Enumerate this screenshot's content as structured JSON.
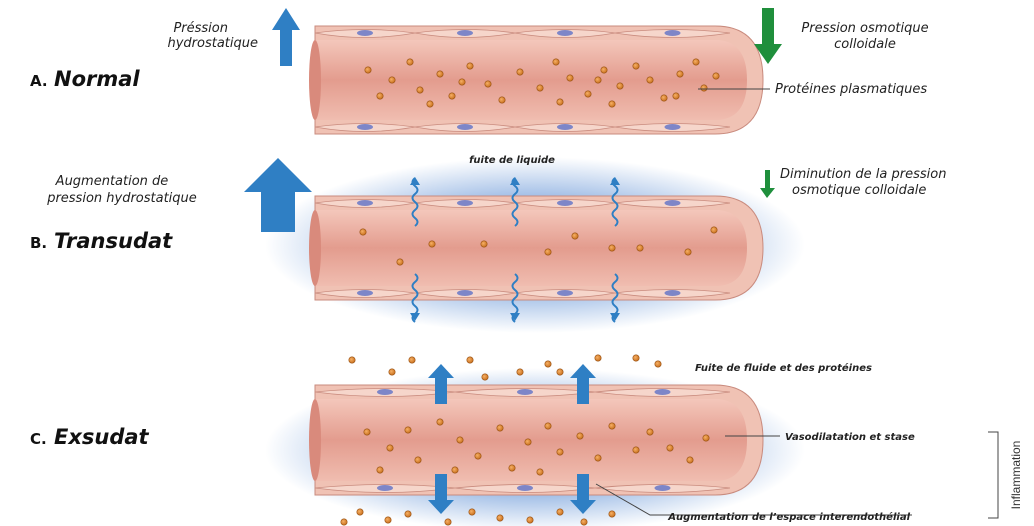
{
  "sections": {
    "a": {
      "letter": "A.",
      "title": "Normal"
    },
    "b": {
      "letter": "B.",
      "title": "Transudat"
    },
    "c": {
      "letter": "C.",
      "title": "Exsudat"
    }
  },
  "labels": {
    "pression_hydrostatique": [
      "Préssion",
      "hydrostatique"
    ],
    "pression_osmotique": [
      "Pression osmotique",
      "colloidale"
    ],
    "proteines": "Protéines plasmatiques",
    "augmentation_hydro": [
      "Augmentation de",
      "pression hydrostatique"
    ],
    "fuite_liquide": "fuite de liquide",
    "diminution_osmo": [
      "Diminution de la pression",
      "osmotique colloidale"
    ],
    "fuite_fluide": "Fuite de fluide et des protéines",
    "vasodilatation": "Vasodilatation et stase",
    "augmentation_espace": "Augmentation de l’espace interendothélial",
    "inflammation": "Inflammation"
  },
  "colors": {
    "blue_arrow": "#2f7fc4",
    "green_arrow": "#1f8f3c",
    "vessel_fill": "#e5a79b",
    "vessel_wall": "#f2c9bc",
    "protein": "#e0892a",
    "nucleus": "#7d86c8"
  }
}
